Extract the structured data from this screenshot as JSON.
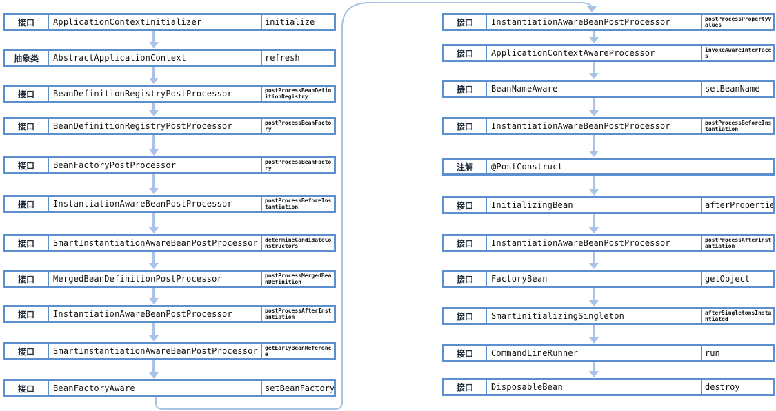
{
  "colors": {
    "border": "#5b8fd0",
    "arrow": "#a9c2e6"
  },
  "left_column": [
    {
      "type": "接口",
      "name": "ApplicationContextInitializer",
      "method": "initialize"
    },
    {
      "type": "抽象类",
      "name": "AbstractApplicationContext",
      "method": "refresh"
    },
    {
      "type": "接口",
      "name": "BeanDefinitionRegistryPostProcessor",
      "method": "postProcessBeanDefinitionRegistry"
    },
    {
      "type": "接口",
      "name": "BeanDefinitionRegistryPostProcessor",
      "method": "postProcessBeanFactory"
    },
    {
      "type": "接口",
      "name": "BeanFactoryPostProcessor",
      "method": "postProcessBeanFactory"
    },
    {
      "type": "接口",
      "name": "InstantiationAwareBeanPostProcessor",
      "method": "postProcessBeforeInstantiation"
    },
    {
      "type": "接口",
      "name": "SmartInstantiationAwareBeanPostProcessor",
      "method": "determineCandidateConstructors"
    },
    {
      "type": "接口",
      "name": "MergedBeanDefinitionPostProcessor",
      "method": "postProcessMergedBeanDefinition"
    },
    {
      "type": "接口",
      "name": "InstantiationAwareBeanPostProcessor",
      "method": "postProcessAfterInstantiation"
    },
    {
      "type": "接口",
      "name": "SmartInstantiationAwareBeanPostProcessor",
      "method": "getEarlyBeanReference"
    },
    {
      "type": "接口",
      "name": "BeanFactoryAware",
      "method": "setBeanFactory"
    }
  ],
  "right_column": [
    {
      "type": "接口",
      "name": "InstantiationAwareBeanPostProcessor",
      "method": "postProcessPropertyValues"
    },
    {
      "type": "接口",
      "name": "ApplicationContextAwareProcessor",
      "method": "invokeAwareInterfaces"
    },
    {
      "type": "接口",
      "name": "BeanNameAware",
      "method": "setBeanName"
    },
    {
      "type": "接口",
      "name": "InstantiationAwareBeanPostProcessor",
      "method": "postProcessBeforeInstantiation"
    },
    {
      "type": "注解",
      "name": "@PostConstruct",
      "method": ""
    },
    {
      "type": "接口",
      "name": "InitializingBean",
      "method": "afterPropertiesSet"
    },
    {
      "type": "接口",
      "name": "InstantiationAwareBeanPostProcessor",
      "method": "postProcessAfterInstantiation"
    },
    {
      "type": "接口",
      "name": "FactoryBean",
      "method": "getObject"
    },
    {
      "type": "接口",
      "name": "SmartInitializingSingleton",
      "method": "afterSingletonsInstantiated"
    },
    {
      "type": "接口",
      "name": "CommandLineRunner",
      "method": "run"
    },
    {
      "type": "接口",
      "name": "DisposableBean",
      "method": "destroy"
    }
  ]
}
